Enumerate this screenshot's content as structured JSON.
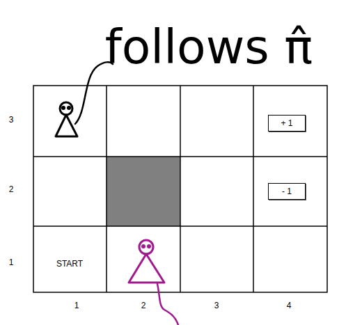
{
  "diagram": {
    "nodes": [
      {
        "text": [
          "+ 1"
        ]
      },
      {
        "text": [
          "- 1"
        ]
      }
    ],
    "labels": [
      "follows π̂",
      "3",
      "2",
      "1",
      "START",
      "1",
      "2",
      "3",
      "4"
    ]
  }
}
